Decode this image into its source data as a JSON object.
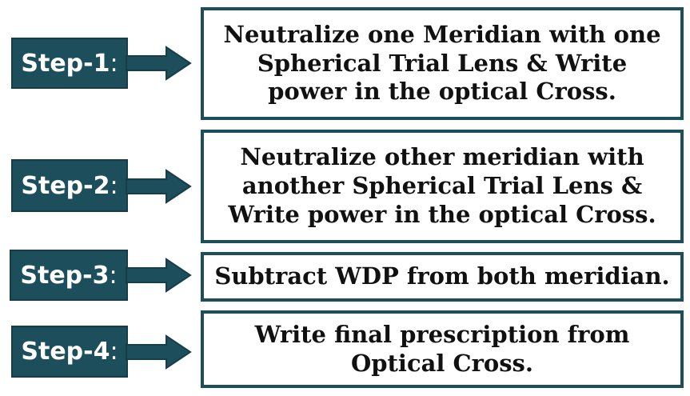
{
  "colors": {
    "label_fill": "#1d4e5c",
    "arrow_fill": "#1d4e5c",
    "box_border": "#1d4e5c",
    "box_text": "#111111",
    "label_text": "#ffffff"
  },
  "steps": [
    {
      "label": "Step-1",
      "colon": ":",
      "lines": [
        "Neutralize one Meridian with one",
        "Spherical Trial Lens & Write",
        "power in the optical Cross."
      ]
    },
    {
      "label": "Step-2",
      "colon": ":",
      "lines": [
        "Neutralize other meridian with",
        "another Spherical Trial Lens &",
        "Write power in the optical Cross."
      ]
    },
    {
      "label": "Step-3",
      "colon": ":",
      "lines": [
        "Subtract WDP from both meridian."
      ]
    },
    {
      "label": "Step-4",
      "colon": ":",
      "lines": [
        "Write final prescription from",
        "Optical Cross."
      ]
    }
  ]
}
